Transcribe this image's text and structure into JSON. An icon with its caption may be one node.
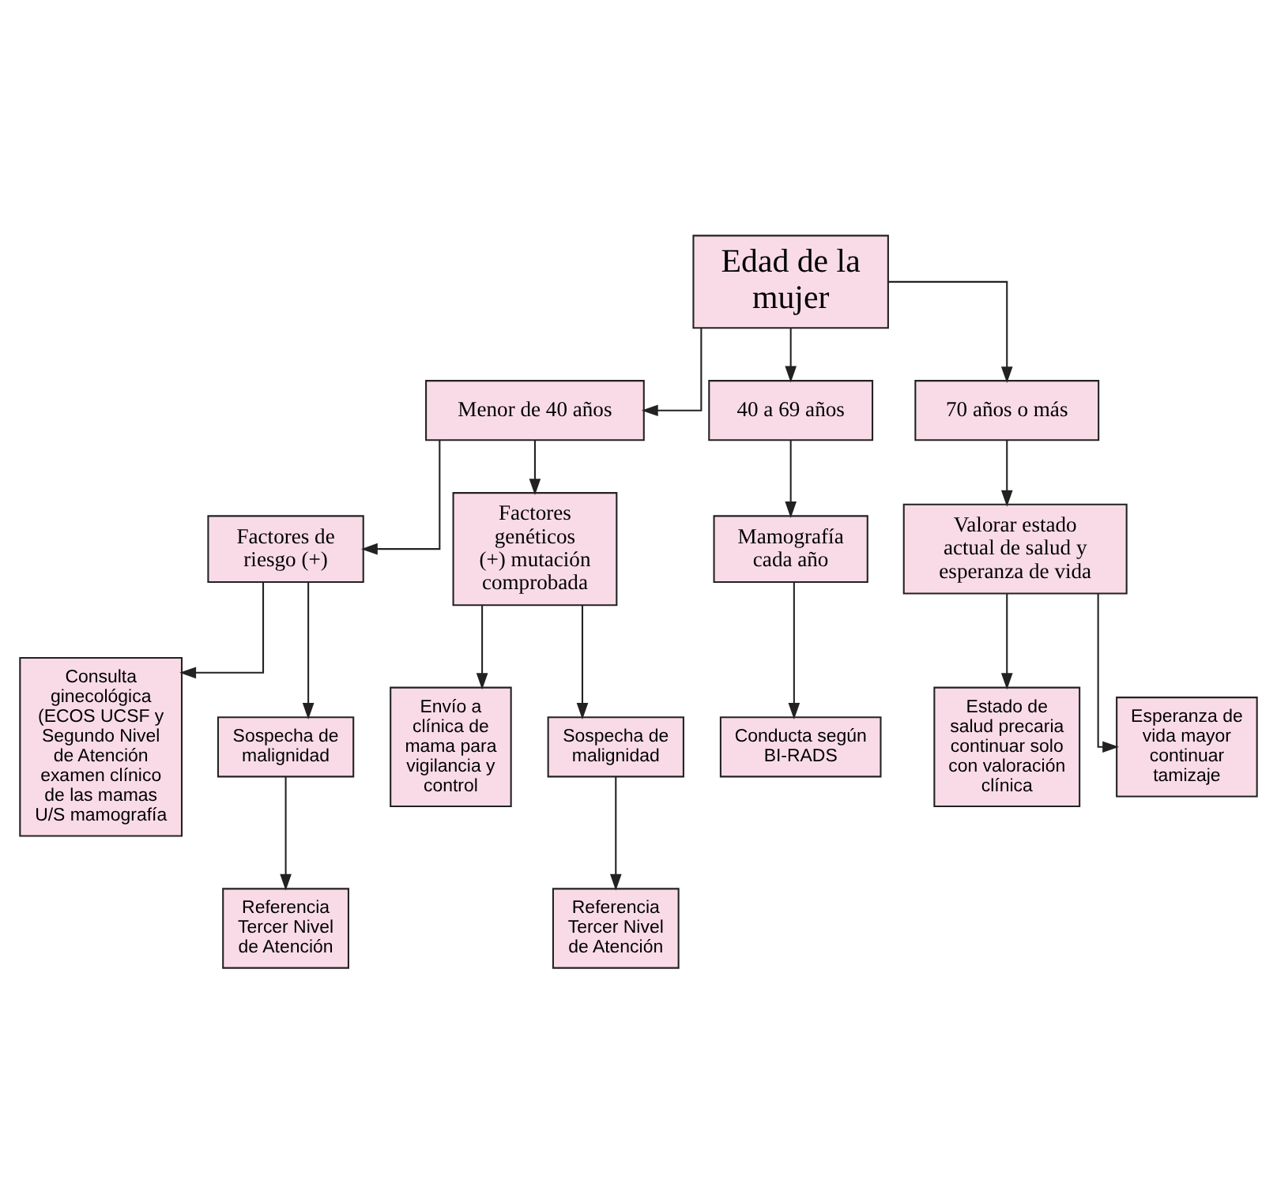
{
  "diagram": {
    "nodes": [
      {
        "text": [
          "Edad de la mujer"
        ]
      },
      {
        "text": [
          "Menor de 40 años"
        ]
      },
      {
        "text": [
          "40 a 69 años"
        ]
      },
      {
        "text": [
          "70 años o más"
        ]
      },
      {
        "text": [
          "Factores de riesgo (+)"
        ]
      },
      {
        "text": [
          "Factores genéticos (+) mutación comprobada"
        ]
      },
      {
        "text": [
          "Mamografía cada año"
        ]
      },
      {
        "text": [
          "Valorar estado actual de salud y esperanza de vida"
        ]
      },
      {
        "text": [
          "Consulta ginecológica (ECOS UCSF y Segundo Nivel de Atención examen clínico de las mamas U/S mamografía"
        ]
      },
      {
        "text": [
          "Sospecha de malignidad"
        ]
      },
      {
        "text": [
          "Envío a clínica de mama para vigilancia y control"
        ]
      },
      {
        "text": [
          "Sospecha de malignidad"
        ]
      },
      {
        "text": [
          "Conducta según BI-RADS"
        ]
      },
      {
        "text": [
          "Estado de salud precaria continuar solo con valoración clínica"
        ]
      },
      {
        "text": [
          "Esperanza de vida mayor continuar tamizaje"
        ]
      },
      {
        "text": [
          "Referencia Tercer Nivel de Atención"
        ]
      },
      {
        "text": [
          "Referencia Tercer Nivel de Atención"
        ]
      }
    ],
    "edges": [
      {
        "from": 0,
        "to": 1,
        "arrow": "to"
      },
      {
        "from": 0,
        "to": 2,
        "arrow": "to"
      },
      {
        "from": 0,
        "to": 3,
        "arrow": "to"
      },
      {
        "from": 1,
        "to": 4,
        "arrow": "to"
      },
      {
        "from": 1,
        "to": 5,
        "arrow": "to"
      },
      {
        "from": 2,
        "to": 6,
        "arrow": "to"
      },
      {
        "from": 3,
        "to": 7,
        "arrow": "to"
      },
      {
        "from": 4,
        "to": 8,
        "arrow": "to"
      },
      {
        "from": 4,
        "to": 9,
        "arrow": "to"
      },
      {
        "from": 5,
        "to": 10,
        "arrow": "to"
      },
      {
        "from": 5,
        "to": 11,
        "arrow": "to"
      },
      {
        "from": 6,
        "to": 12,
        "arrow": "to"
      },
      {
        "from": 7,
        "to": 13,
        "arrow": "to"
      },
      {
        "from": 7,
        "to": 14,
        "arrow": "to"
      },
      {
        "from": 9,
        "to": 15,
        "arrow": "to"
      },
      {
        "from": 11,
        "to": 16,
        "arrow": "to"
      }
    ]
  }
}
